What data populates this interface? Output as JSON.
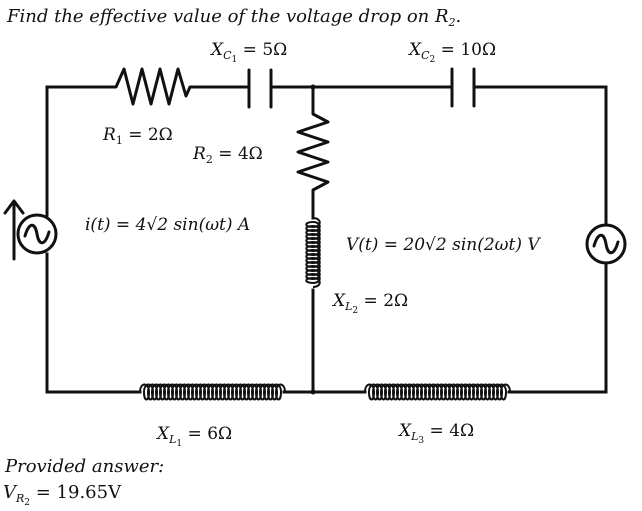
{
  "question": "Find the effective value of the voltage drop on R",
  "question_sub": "2",
  "question_end": ".",
  "components": {
    "R1": {
      "sym": "R",
      "sub": "1",
      "val": " = 2Ω"
    },
    "R2": {
      "sym": "R",
      "sub": "2",
      "val": " = 4Ω"
    },
    "XC1": {
      "sym": "X",
      "sub1": "C",
      "sub2": "1",
      "val": " = 5Ω"
    },
    "XC2": {
      "sym": "X",
      "sub1": "C",
      "sub2": "2",
      "val": " = 10Ω"
    },
    "XL1": {
      "sym": "X",
      "sub1": "L",
      "sub2": "1",
      "val": " = 6Ω"
    },
    "XL2": {
      "sym": "X",
      "sub1": "L",
      "sub2": "2",
      "val": " = 2Ω"
    },
    "XL3": {
      "sym": "X",
      "sub1": "L",
      "sub2": "3",
      "val": " = 4Ω"
    }
  },
  "sources": {
    "current": "i(t) = 4√2 sin(ωt) A",
    "voltage": "V(t) = 20√2 sin(2ωt) V"
  },
  "answer": {
    "heading": "Provided answer:",
    "sym": "V",
    "sub1": "R",
    "sub2": "2",
    "val": " = 19.65V"
  }
}
